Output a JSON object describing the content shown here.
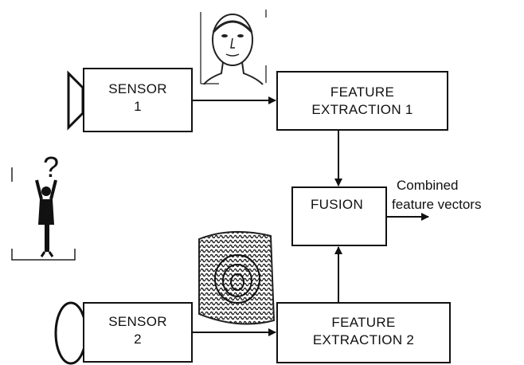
{
  "sensor1": {
    "line1": "SENSOR",
    "line2": "1"
  },
  "sensor2": {
    "line1": "SENSOR",
    "line2": "2"
  },
  "feature1": {
    "line1": "FEATURE",
    "line2": "EXTRACTION 1"
  },
  "feature2": {
    "line1": "FEATURE",
    "line2": "EXTRACTION 2"
  },
  "fusion": {
    "label": "FUSION"
  },
  "output": {
    "line1": "Combined",
    "line2": "feature vectors"
  },
  "person": {
    "question_mark": "?"
  },
  "icons": [
    "camera-icon",
    "microphone-icon",
    "face-photo-icon",
    "fingerprint-icon",
    "person-question-icon"
  ]
}
